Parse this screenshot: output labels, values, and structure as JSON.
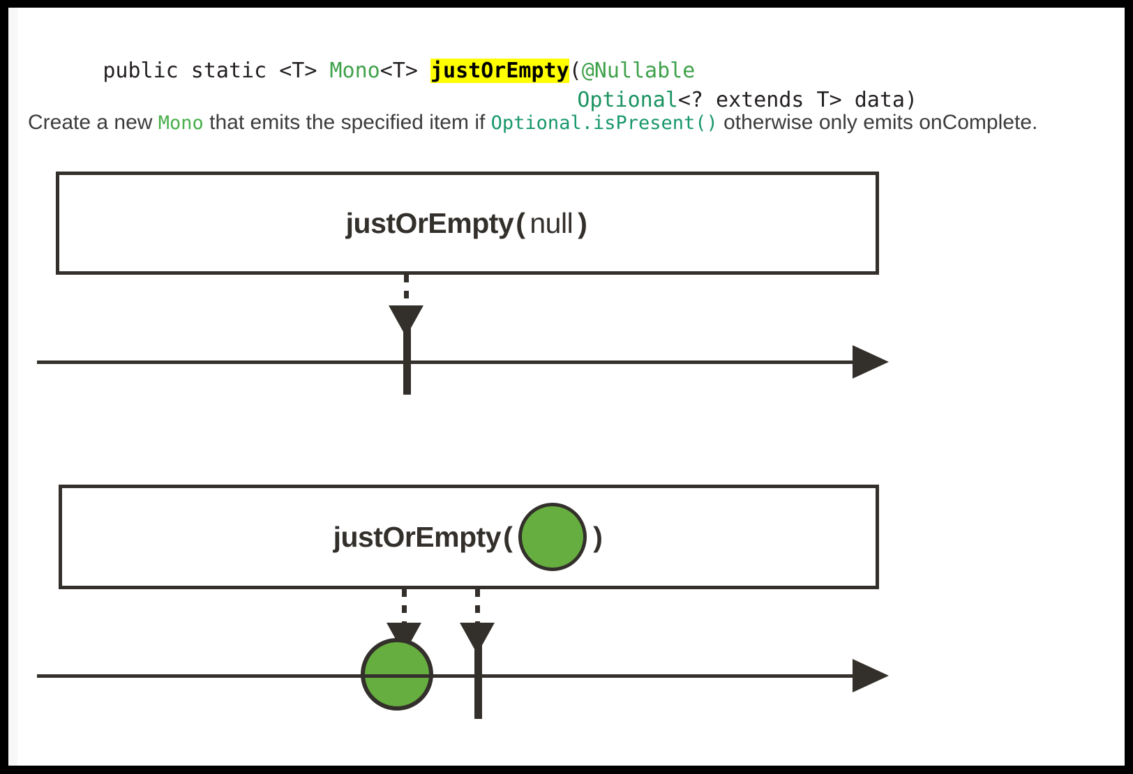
{
  "signature": {
    "line1_parts": [
      {
        "text": "public static <T> ",
        "style": "plain"
      },
      {
        "text": "Mono",
        "style": "green"
      },
      {
        "text": "<T> ",
        "style": "plain"
      },
      {
        "text": "justOrEmpty",
        "style": "highlight"
      },
      {
        "text": "(",
        "style": "plain"
      },
      {
        "text": "@Nullable",
        "style": "green"
      }
    ],
    "line2_parts": [
      {
        "text": "Optional",
        "style": "teal"
      },
      {
        "text": "<? extends T> data)",
        "style": "plain"
      }
    ],
    "full_line1": "public static <T> Mono<T> justOrEmpty(@Nullable",
    "full_line2": "Optional<? extends T> data)",
    "highlighted_token": "justOrEmpty",
    "highlight_color": "#ffff00"
  },
  "description": {
    "seg1": "Create a new ",
    "code1": "Mono",
    "seg2": " that emits the specified item if ",
    "code2": "Optional.isPresent()",
    "seg3": " otherwise only emits onComplete.",
    "full_text": "Create a new Mono that emits the specified item if Optional.isPresent() otherwise only emits onComplete."
  },
  "diagram": {
    "marble_color": "#66ae3f",
    "stroke_color": "#332f2b",
    "case_null": {
      "operator_name": "justOrEmpty",
      "open_paren": "(",
      "argument": "null",
      "close_paren": ")",
      "box_label": "justOrEmpty (null )",
      "output": "onComplete only (no item emitted)"
    },
    "case_value": {
      "operator_name": "justOrEmpty",
      "open_paren": "(",
      "argument": "marble-green",
      "close_paren": ")",
      "box_label": "justOrEmpty ( ● )",
      "output": "one green item then onComplete"
    }
  }
}
